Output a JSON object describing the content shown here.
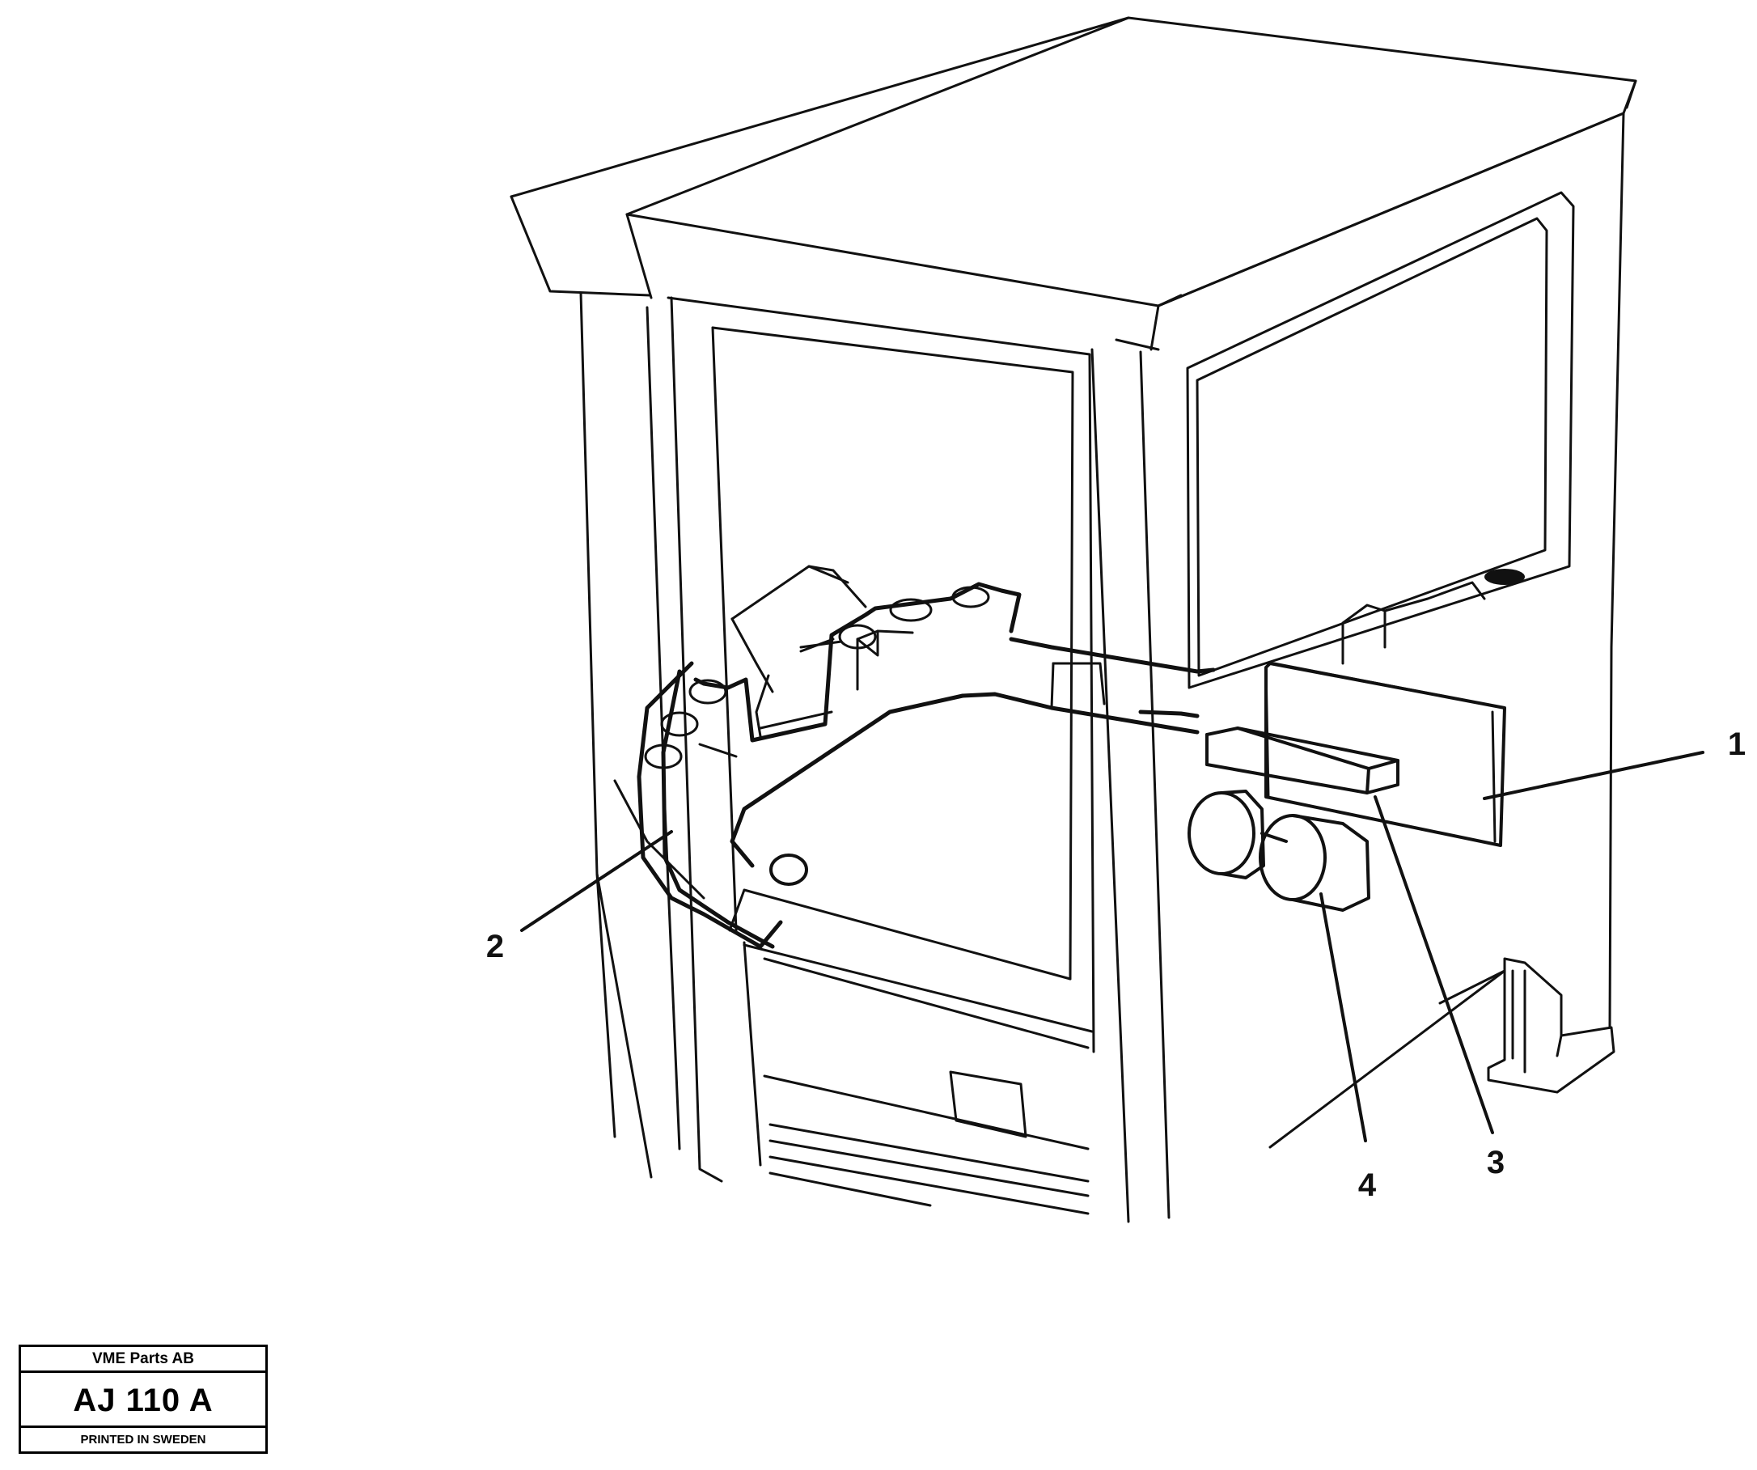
{
  "diagram": {
    "labels": {
      "part1": "1",
      "part2": "2",
      "part3": "3",
      "part4": "4"
    },
    "colors": {
      "line": "#111111",
      "background": "#ffffff"
    }
  },
  "title_block": {
    "company": "VME Parts AB",
    "code": "AJ 110 A",
    "printed": "PRINTED IN SWEDEN"
  }
}
